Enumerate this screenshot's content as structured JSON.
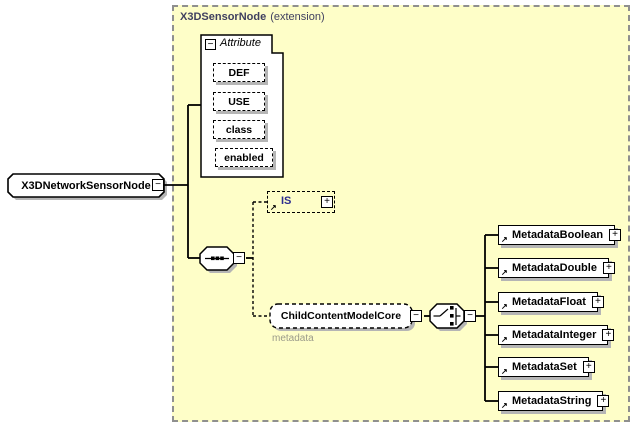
{
  "panel": {
    "title_name": "X3DSensorNode",
    "title_kind": "(extension)"
  },
  "root_element": {
    "label": "X3DNetworkSensorNode"
  },
  "attribute_group": {
    "label": "Attribute",
    "attributes": [
      "DEF",
      "USE",
      "class",
      "enabled"
    ]
  },
  "is_element": {
    "label": "IS"
  },
  "child_content_element": {
    "label": "ChildContentModelCore",
    "annotation": "metadata"
  },
  "metadata_elements": [
    {
      "label": "MetadataBoolean"
    },
    {
      "label": "MetadataDouble"
    },
    {
      "label": "MetadataFloat"
    },
    {
      "label": "MetadataInteger"
    },
    {
      "label": "MetadataSet"
    },
    {
      "label": "MetadataString"
    }
  ],
  "icons": {
    "collapse": "−",
    "expand": "+",
    "reference_arrow": "↗"
  },
  "colors": {
    "panel_bg": "#fefec8",
    "panel_border": "#8f8f8f",
    "title_text": "#3f3f5f",
    "box_shadow": "#b5b5b5",
    "is_text": "#2b2b8f",
    "annotation_text": "#9a9a8a"
  }
}
